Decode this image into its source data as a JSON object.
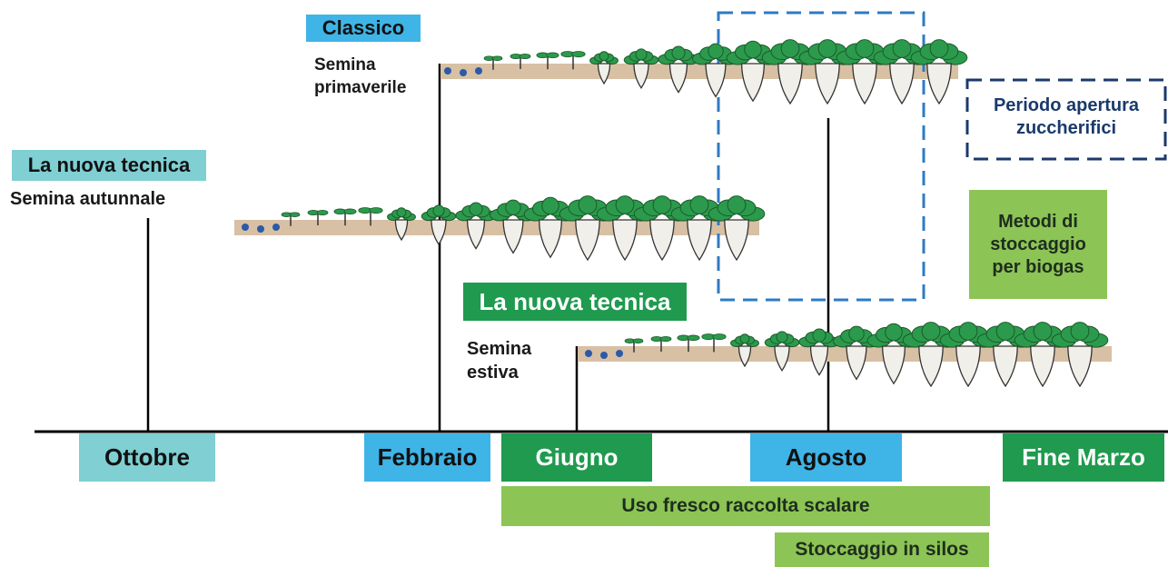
{
  "colors": {
    "light_blue": "#3fb4e6",
    "teal": "#7fcfd3",
    "dark_green": "#1f9a4e",
    "light_green": "#8cc455",
    "dashed_blue": "#2e7bc4",
    "dashed_navy": "#1a3a6b",
    "soil": "#d8c0a4",
    "leaf": "#2b9a4c",
    "root": "#f1efe9"
  },
  "icons": {
    "plant": "sugar-beet-plant-icon",
    "seed": "seed-dot-icon"
  },
  "tags": {
    "classico": "Classico",
    "nuova_tecnica_autunno": "La nuova tecnica",
    "nuova_tecnica_estate": "La nuova tecnica"
  },
  "captions": {
    "semina_primaverile": "Semina\nprimaverile",
    "semina_autunnale": "Semina autunnale",
    "semina_estiva": "Semina\nestiva"
  },
  "notes": {
    "periodo_apertura": "Periodo apertura\nzuccherifici",
    "metodi_stoccaggio": "Metodi di\nstoccaggio\nper biogas"
  },
  "timeline": {
    "ottobre": "Ottobre",
    "febbraio": "Febbraio",
    "giugno": "Giugno",
    "agosto": "Agosto",
    "fine_marzo": "Fine Marzo"
  },
  "usage": {
    "uso_fresco": "Uso fresco raccolta scalare",
    "stoccaggio_silos": "Stoccaggio in silos"
  }
}
